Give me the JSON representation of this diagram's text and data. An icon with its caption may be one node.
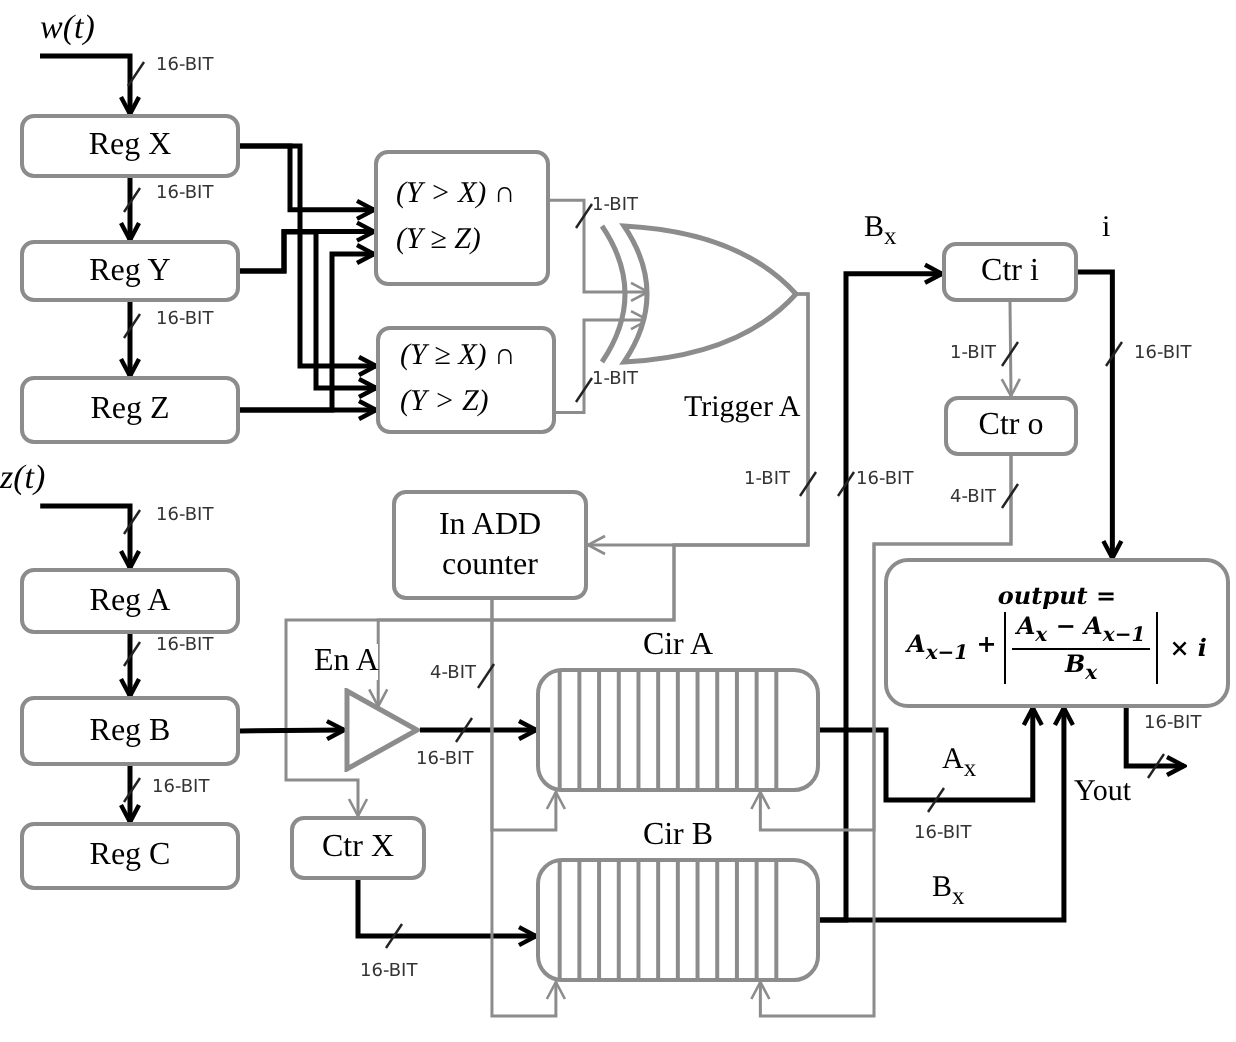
{
  "diagram": {
    "nodes": [
      {
        "text": [
          "w(t)"
        ]
      },
      {
        "text": [
          "Reg X"
        ]
      },
      {
        "text": [
          "Reg Y"
        ]
      },
      {
        "text": [
          "Reg Z"
        ]
      },
      {
        "text": [
          "(Y > X) ∩ (Y ≥ Z)"
        ]
      },
      {
        "text": [
          "(Y ≥ X) ∩ (Y > Z)"
        ]
      },
      {
        "text": [],
        "shape": "gate"
      },
      {
        "text": [
          "Ctr i"
        ]
      },
      {
        "text": [
          "Ctr o"
        ]
      },
      {
        "text": [
          "z(t)"
        ]
      },
      {
        "text": [
          "In ADD counter"
        ]
      },
      {
        "text": [
          "Reg A"
        ]
      },
      {
        "text": [
          "Reg B"
        ]
      },
      {
        "text": [
          "Reg C"
        ]
      },
      {
        "text": [],
        "shape": "triangle",
        "beside": [
          "En A"
        ]
      },
      {
        "text": [
          "Ctr X"
        ]
      },
      {
        "text": [
          "Cir A"
        ]
      },
      {
        "text": [
          "Cir B"
        ]
      },
      {
        "text": [
          "output =",
          "A$_{x−1}$ +",
          "A$_{x}$ − A$_{x−1}$",
          "B$_{x}$",
          "× i"
        ]
      }
    ],
    "edges": [
      {
        "from": 0,
        "to": 1,
        "arrow": "to"
      },
      {
        "from": 1,
        "to": 2,
        "arrow": "to"
      },
      {
        "from": 2,
        "to": 3,
        "arrow": "to"
      },
      {
        "from": 1,
        "to": 4,
        "arrow": "to"
      },
      {
        "from": 1,
        "to": 5,
        "arrow": "to"
      },
      {
        "from": 2,
        "to": 4,
        "arrow": "to"
      },
      {
        "from": 2,
        "to": 5,
        "arrow": "to"
      },
      {
        "from": 3,
        "to": 4,
        "arrow": "to"
      },
      {
        "from": 3,
        "to": 5,
        "arrow": "to"
      },
      {
        "from": 4,
        "to": 6,
        "arrow": "to",
        "color": "#8c8c8c"
      },
      {
        "from": 5,
        "to": 6,
        "arrow": "to",
        "color": "#8c8c8c"
      },
      {
        "from": 6,
        "to": 10,
        "arrow": "to",
        "label": "Trigger A",
        "color": "#8c8c8c"
      },
      {
        "from": 6,
        "to": 14,
        "arrow": "to",
        "color": "#8c8c8c"
      },
      {
        "from": 6,
        "to": 15,
        "arrow": "to",
        "color": "#8c8c8c"
      },
      {
        "from": 9,
        "to": 11,
        "arrow": "to"
      },
      {
        "from": 11,
        "to": 12,
        "arrow": "to"
      },
      {
        "from": 12,
        "to": 13,
        "arrow": "to"
      },
      {
        "from": 12,
        "to": 14,
        "arrow": "to"
      },
      {
        "from": 14,
        "to": 16,
        "arrow": "to"
      },
      {
        "from": 15,
        "to": 17,
        "arrow": "to"
      },
      {
        "from": 10,
        "to": 16,
        "arrow": "to",
        "color": "#8c8c8c"
      },
      {
        "from": 10,
        "to": 17,
        "arrow": "to",
        "color": "#8c8c8c"
      },
      {
        "from": 16,
        "to": 18,
        "arrow": "to",
        "label": "A$_{x}$"
      },
      {
        "from": 17,
        "to": 7,
        "arrow": "to",
        "label": "B$_{x}$"
      },
      {
        "from": 17,
        "to": 18,
        "arrow": "to",
        "label": "B$_{x}$"
      },
      {
        "from": 7,
        "to": 8,
        "arrow": "to",
        "color": "#8c8c8c"
      },
      {
        "from": 7,
        "to": 18,
        "arrow": "to",
        "label": "i"
      },
      {
        "from": 8,
        "to": 16,
        "arrow": "to",
        "color": "#8c8c8c"
      },
      {
        "from": 8,
        "to": 17,
        "arrow": "to",
        "color": "#8c8c8c"
      },
      {
        "from": 18,
        "to": null,
        "arrow": "to",
        "label": "Yout"
      }
    ],
    "labels": [
      "16-BIT",
      "16-BIT",
      "1-BIT",
      "16-BIT",
      "1-BIT",
      "16-BIT",
      "1-BIT",
      "1-BIT",
      "16-BIT",
      "4-BIT",
      "16-BIT",
      "16-BIT",
      "4-BIT",
      "16-BIT",
      "16-BIT",
      "16-BIT",
      "16-BIT",
      "16-BIT"
    ]
  }
}
